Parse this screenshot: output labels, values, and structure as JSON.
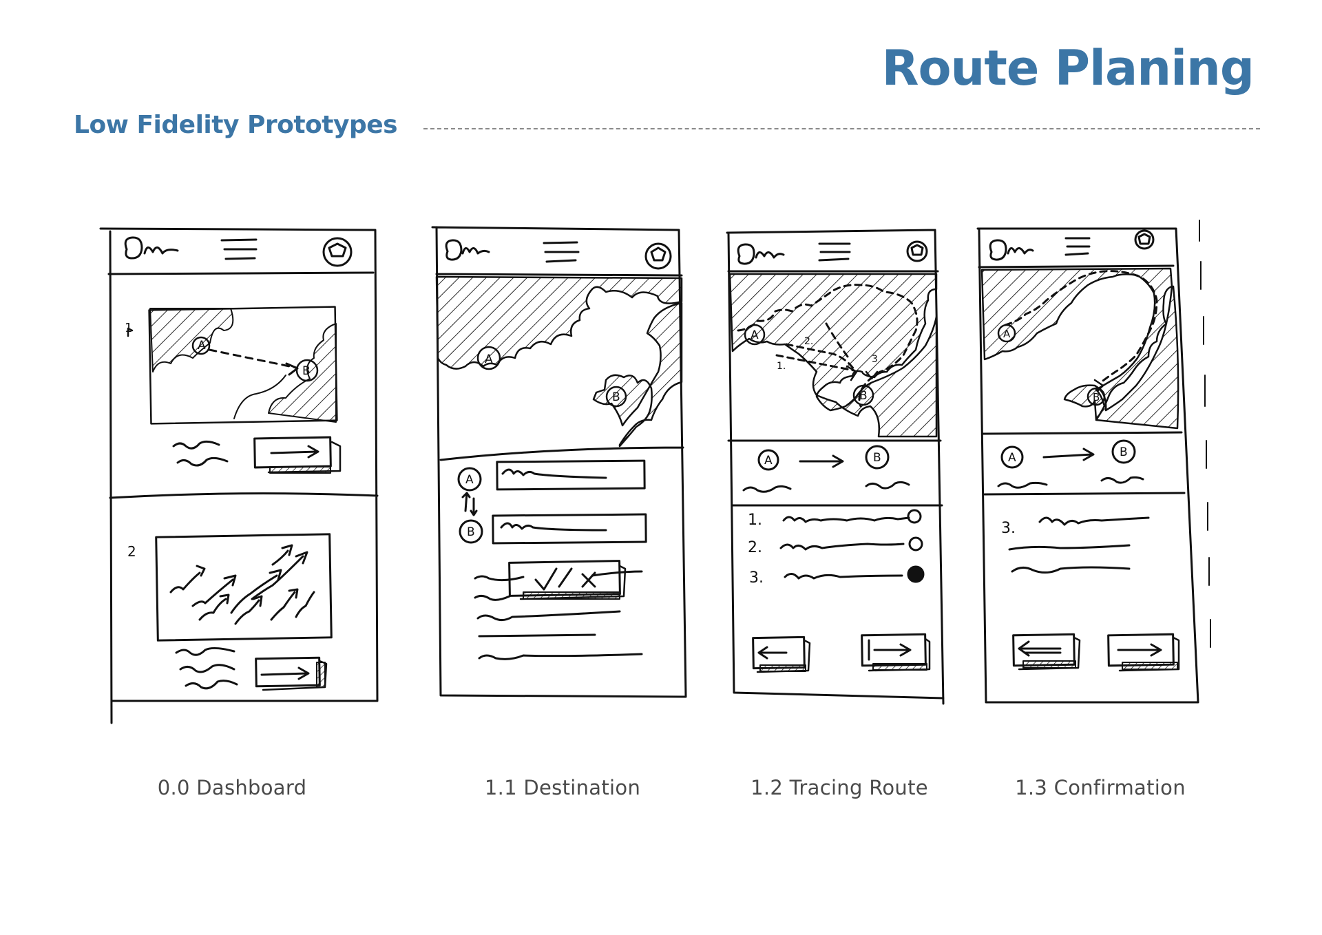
{
  "header": {
    "title": "Route Planing",
    "subtitle": "Low Fidelity Prototypes"
  },
  "colors": {
    "accent": "#3c76a6",
    "ink": "#111111",
    "caption": "#4a4a4a"
  },
  "screens": [
    {
      "caption": "0.0 Dashboard"
    },
    {
      "caption": "1.1 Destination"
    },
    {
      "caption": "1.2 Tracing Route"
    },
    {
      "caption": "1.3 Confirmation"
    }
  ],
  "sketch_labels": {
    "dashboard": {
      "item1": "1",
      "item2": "2",
      "pin_a": "A",
      "pin_b": "B"
    },
    "destination": {
      "pin_a": "A",
      "pin_b": "B",
      "field_a": "A",
      "field_b": "B"
    },
    "tracing": {
      "pin_a": "A",
      "pin_b": "B",
      "from": "A",
      "to": "B",
      "opt1": "1.",
      "opt2": "2.",
      "opt3": "3.",
      "map1": "1.",
      "map2": "2.",
      "map3": "3"
    },
    "confirmation": {
      "pin_a": "A",
      "pin_b": "B",
      "from": "A",
      "to": "B",
      "opt3": "3."
    }
  }
}
